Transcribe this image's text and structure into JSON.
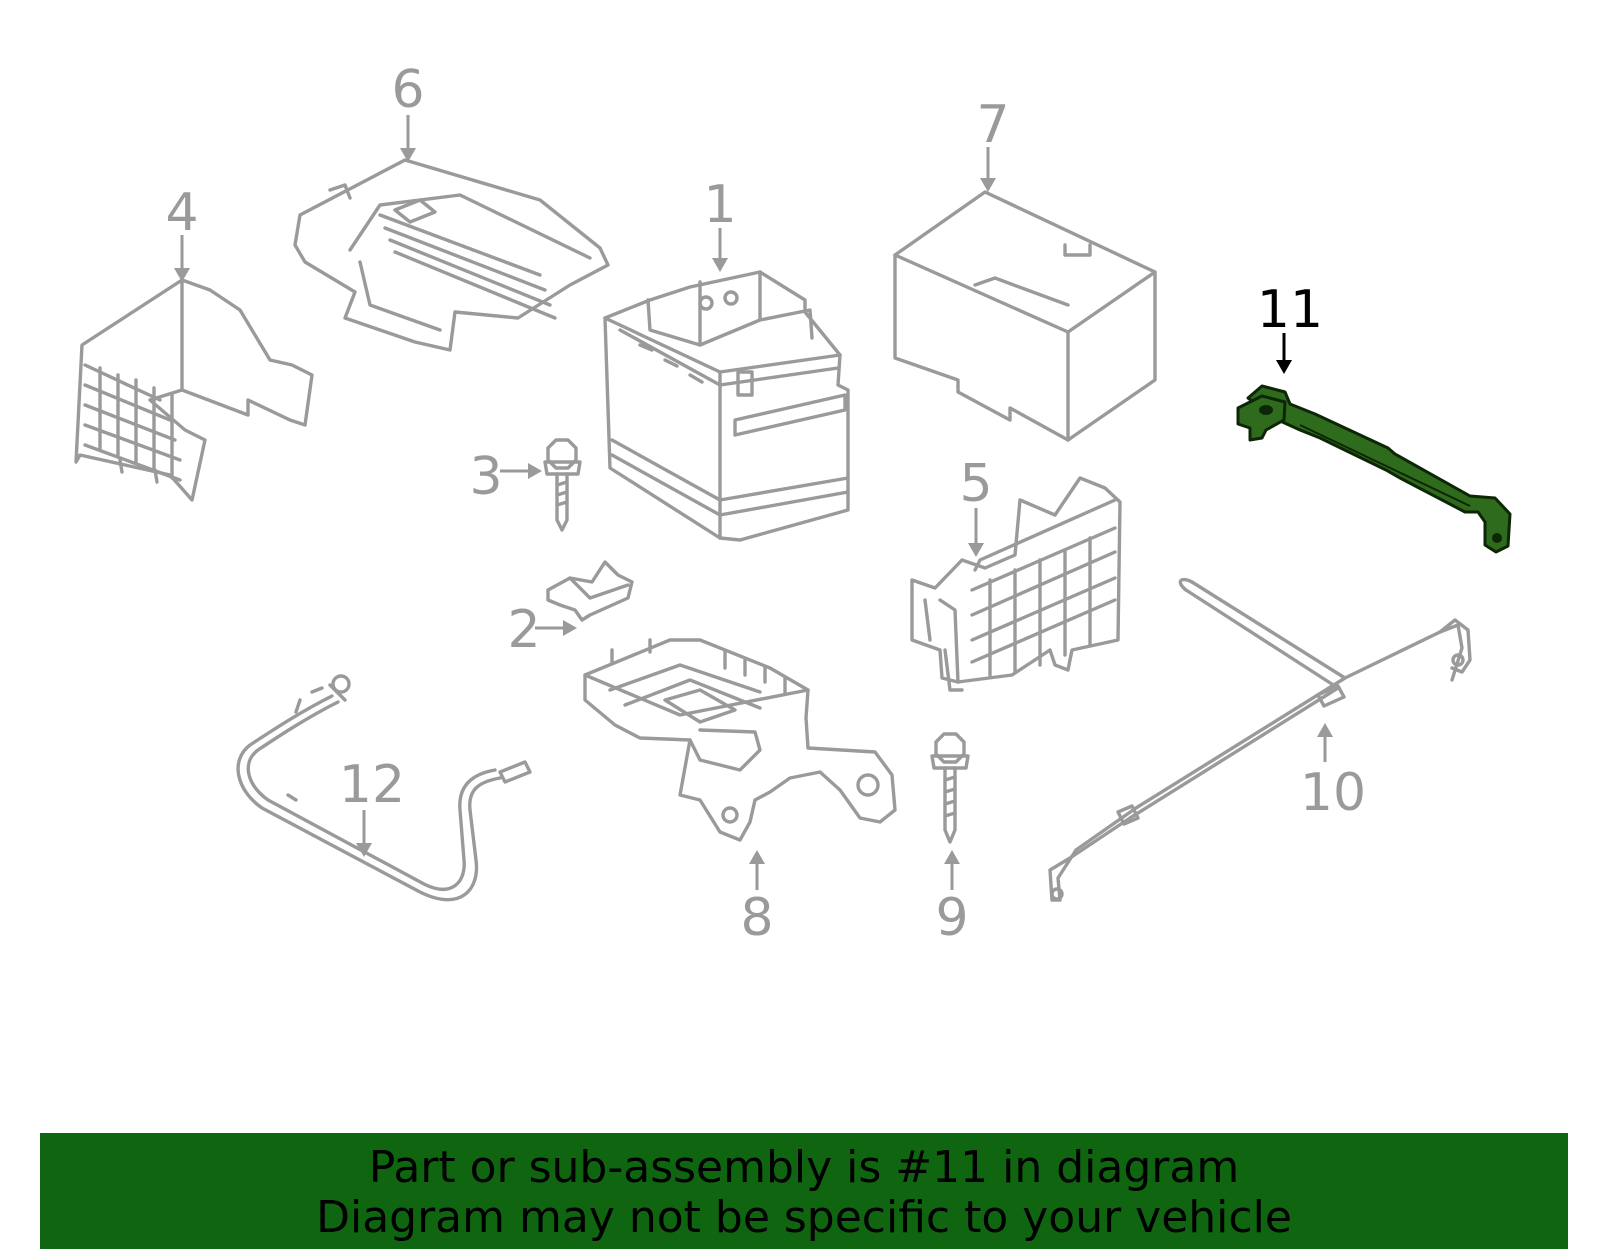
{
  "diagram": {
    "callouts": [
      "1",
      "2",
      "3",
      "4",
      "5",
      "6",
      "7",
      "8",
      "9",
      "10",
      "11",
      "12"
    ],
    "highlighted_callout": "11",
    "colors": {
      "outline": "#9a9a9a",
      "highlight": "#2e6b1c",
      "banner": "#0f6510"
    }
  },
  "banner": {
    "line1": "Part or sub-assembly is #11 in diagram",
    "line2": "Diagram may not be specific to your vehicle"
  }
}
